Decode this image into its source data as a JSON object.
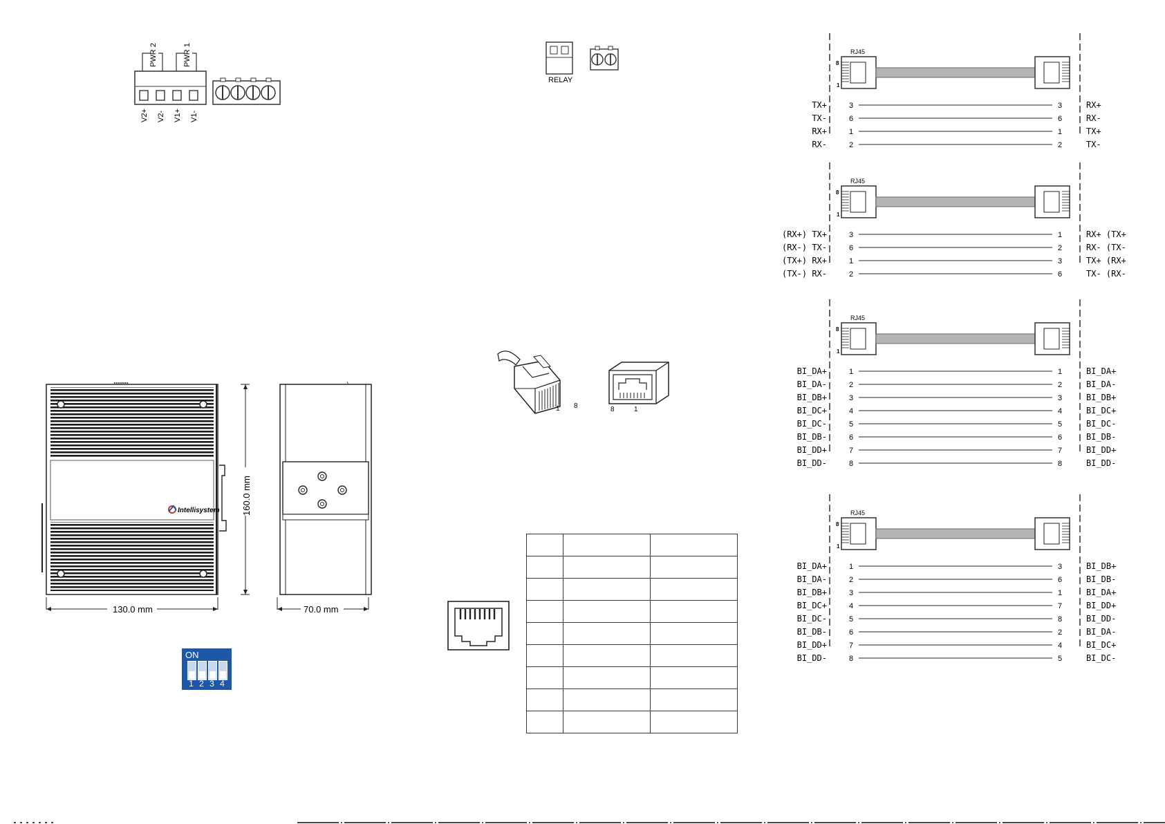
{
  "power": {
    "group_labels": [
      "PWR 2",
      "PWR 1"
    ],
    "terminals": [
      "V2+",
      "V2-",
      "V1+",
      "V1-"
    ]
  },
  "relay": {
    "label": "RELAY"
  },
  "rj45_plug": {
    "pin_labels": [
      "1",
      "8"
    ]
  },
  "rj45_jack": {
    "pin_labels": [
      "8",
      "1"
    ]
  },
  "dimensions": {
    "width": "130.0 mm",
    "height": "160.0 mm",
    "depth": "70.0 mm"
  },
  "brand": {
    "logo_text": "Intellisystem"
  },
  "dip": {
    "on_label": "ON",
    "switches": [
      "1",
      "2",
      "3",
      "4"
    ]
  },
  "pin_table": {
    "rows": 9,
    "cols": 3
  },
  "wiring": [
    {
      "connector": "RJ45",
      "pin_top": "8",
      "pin_bottom": "1",
      "rows": [
        {
          "left": "TX+",
          "lpin": "3",
          "rpin": "3",
          "right": "RX+"
        },
        {
          "left": "TX-",
          "lpin": "6",
          "rpin": "6",
          "right": "RX-"
        },
        {
          "left": "RX+",
          "lpin": "1",
          "rpin": "1",
          "right": "TX+"
        },
        {
          "left": "RX-",
          "lpin": "2",
          "rpin": "2",
          "right": "TX-"
        }
      ]
    },
    {
      "connector": "RJ45",
      "pin_top": "8",
      "pin_bottom": "1",
      "rows": [
        {
          "left": "(RX+) TX+",
          "lpin": "3",
          "rpin": "1",
          "right": "RX+ (TX+)"
        },
        {
          "left": "(RX-) TX-",
          "lpin": "6",
          "rpin": "2",
          "right": "RX- (TX-)"
        },
        {
          "left": "(TX+) RX+",
          "lpin": "1",
          "rpin": "3",
          "right": "TX+ (RX+)"
        },
        {
          "left": "(TX-) RX-",
          "lpin": "2",
          "rpin": "6",
          "right": "TX- (RX-)"
        }
      ]
    },
    {
      "connector": "RJ45",
      "pin_top": "8",
      "pin_bottom": "1",
      "rows": [
        {
          "left": "BI_DA+",
          "lpin": "1",
          "rpin": "1",
          "right": "BI_DA+"
        },
        {
          "left": "BI_DA-",
          "lpin": "2",
          "rpin": "2",
          "right": "BI_DA-"
        },
        {
          "left": "BI_DB+",
          "lpin": "3",
          "rpin": "3",
          "right": "BI_DB+"
        },
        {
          "left": "BI_DC+",
          "lpin": "4",
          "rpin": "4",
          "right": "BI_DC+"
        },
        {
          "left": "BI_DC-",
          "lpin": "5",
          "rpin": "5",
          "right": "BI_DC-"
        },
        {
          "left": "BI_DB-",
          "lpin": "6",
          "rpin": "6",
          "right": "BI_DB-"
        },
        {
          "left": "BI_DD+",
          "lpin": "7",
          "rpin": "7",
          "right": "BI_DD+"
        },
        {
          "left": "BI_DD-",
          "lpin": "8",
          "rpin": "8",
          "right": "BI_DD-"
        }
      ]
    },
    {
      "connector": "RJ45",
      "pin_top": "8",
      "pin_bottom": "1",
      "rows": [
        {
          "left": "BI_DA+",
          "lpin": "1",
          "rpin": "3",
          "right": "BI_DB+"
        },
        {
          "left": "BI_DA-",
          "lpin": "2",
          "rpin": "6",
          "right": "BI_DB-"
        },
        {
          "left": "BI_DB+",
          "lpin": "3",
          "rpin": "1",
          "right": "BI_DA+"
        },
        {
          "left": "BI_DC+",
          "lpin": "4",
          "rpin": "7",
          "right": "BI_DD+"
        },
        {
          "left": "BI_DC-",
          "lpin": "5",
          "rpin": "8",
          "right": "BI_DD-"
        },
        {
          "left": "BI_DB-",
          "lpin": "6",
          "rpin": "2",
          "right": "BI_DA-"
        },
        {
          "left": "BI_DD+",
          "lpin": "7",
          "rpin": "4",
          "right": "BI_DC+"
        },
        {
          "left": "BI_DD-",
          "lpin": "8",
          "rpin": "5",
          "right": "BI_DC-"
        }
      ]
    }
  ]
}
